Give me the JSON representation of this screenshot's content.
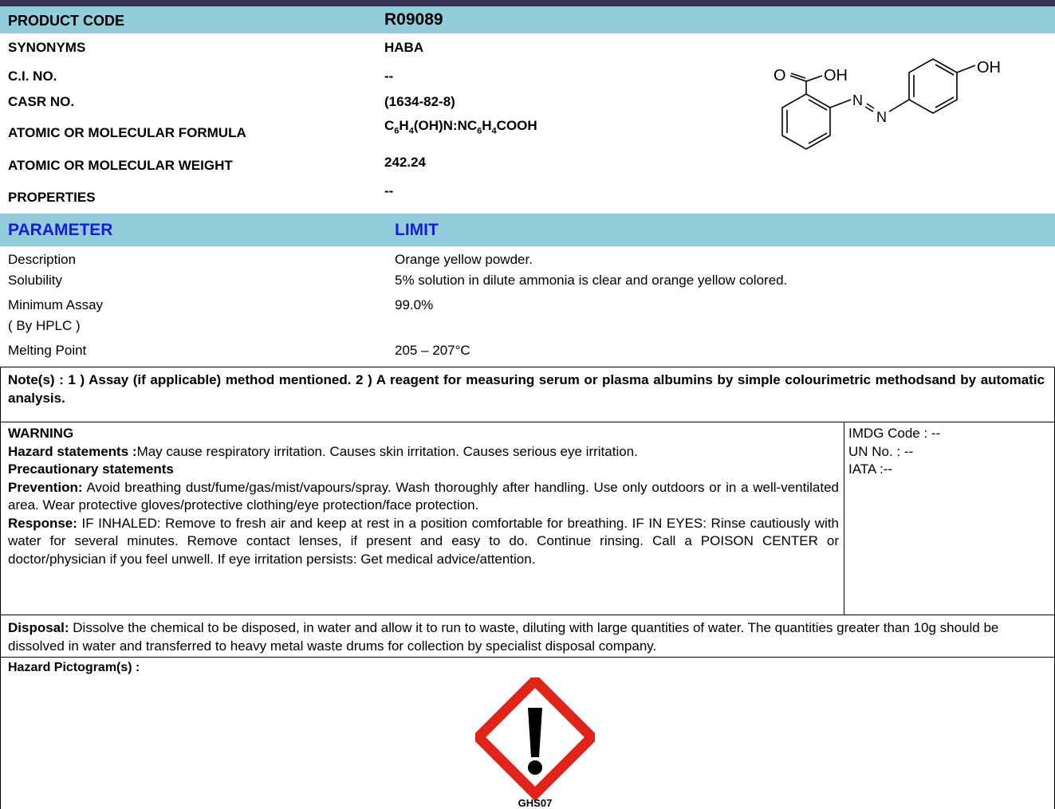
{
  "header": {
    "product_code_label": "PRODUCT CODE",
    "product_code_value": "R09089"
  },
  "info": {
    "synonyms_label": "SYNONYMS",
    "synonyms_value": "HABA",
    "ci_label": "C.I. NO.",
    "ci_value": "--",
    "casr_label": "CASR NO.",
    "casr_value": "(1634-82-8)",
    "formula_label": "ATOMIC OR MOLECULAR FORMULA",
    "formula_parts": [
      "C",
      "6",
      "H",
      "4",
      "(OH)N:NC",
      "6",
      "H",
      "4",
      "COOH"
    ],
    "weight_label": "ATOMIC OR MOLECULAR WEIGHT",
    "weight_value": "242.24",
    "properties_label": "PROPERTIES",
    "properties_value": "--"
  },
  "structure": {
    "o": "O",
    "oh1": "OH",
    "n1": "N",
    "n2": "N",
    "oh2": "OH"
  },
  "spec_header": {
    "parameter": "PARAMETER",
    "limit": "LIMIT"
  },
  "specs": [
    {
      "parameter": "Description",
      "limit": "Orange yellow powder."
    },
    {
      "parameter": "Solubility",
      "limit": "5% solution in dilute ammonia is clear and orange yellow colored."
    },
    {
      "parameter": "Minimum Assay",
      "limit": "99.0%"
    },
    {
      "parameter": "( By HPLC )",
      "limit": ""
    },
    {
      "parameter": "Melting Point",
      "limit": "205 – 207°C"
    }
  ],
  "note": "Note(s) : 1 ) Assay (if applicable) method mentioned. 2 ) A reagent for measuring serum or plasma albumins by simple colourimetric methodsand by automatic analysis.",
  "safety": {
    "warning": "WARNING",
    "hazard_label": "Hazard statements :",
    "hazard_text": "May cause respiratory irritation. Causes skin irritation. Causes serious eye irritation.",
    "precautionary_label": "Precautionary statements",
    "prevention_label": "Prevention:",
    "prevention_text": "Avoid breathing dust/fume/gas/mist/vapours/spray. Wash thoroughly after handling. Use only outdoors or in a well-ventilated area. Wear protective gloves/protective clothing/eye protection/face protection.",
    "response_label": "Response:",
    "response_text": "IF INHALED: Remove to fresh air and keep at rest in a position comfortable for breathing. IF IN EYES: Rinse cautiously with water for several minutes. Remove contact lenses, if present and easy to do. Continue rinsing. Call a POISON CENTER or doctor/physician if you feel unwell. If eye irritation persists: Get medical advice/attention.",
    "imdg": "IMDG Code : --",
    "un": "UN No. : --",
    "iata": "IATA :--"
  },
  "disposal": {
    "label": "Disposal:",
    "text": "Dissolve the chemical to be disposed, in water and allow it to run to waste, diluting with large quantities of water. The quantities greater than 10g should be dissolved in water and transferred to heavy metal waste drums for collection by specialist disposal company."
  },
  "pictogram": {
    "label": "Hazard Pictogram(s) :",
    "code": "GHS07"
  },
  "colors": {
    "band": "#92cddc",
    "header_blue": "#1a1adf",
    "ghs_red": "#e2231a"
  }
}
